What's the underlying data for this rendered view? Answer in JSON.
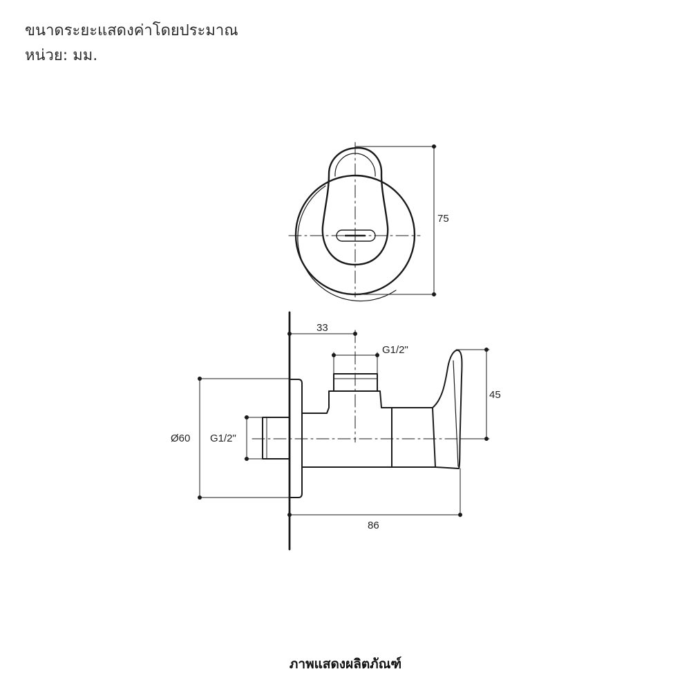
{
  "notes": {
    "line1": "ขนาดระยะแสดงค่าโดยประมาณ",
    "line2": "หน่วย: มม."
  },
  "front_view": {
    "height_label": "75"
  },
  "side_view": {
    "top_offset_label": "33",
    "outlet_thread_label": "G1/2\"",
    "handle_height_label": "45",
    "flange_diameter_label": "Ø60",
    "inlet_thread_label": "G1/2\"",
    "depth_label": "86"
  },
  "caption": "ภาพแสดงผลิตภัณฑ์",
  "colors": {
    "line": "#1a1a1a",
    "text": "#222222",
    "background": "#ffffff"
  }
}
